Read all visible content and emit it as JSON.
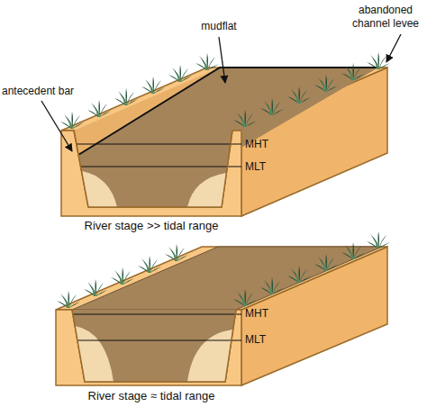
{
  "diagram": {
    "labels": [
      "abandoned channel levee",
      "mudflat",
      "antecedent bar",
      "MHT",
      "MLT",
      "River stage >> tidal range",
      "MHT",
      "MLT",
      "River stage ≈ tidal range"
    ]
  }
}
